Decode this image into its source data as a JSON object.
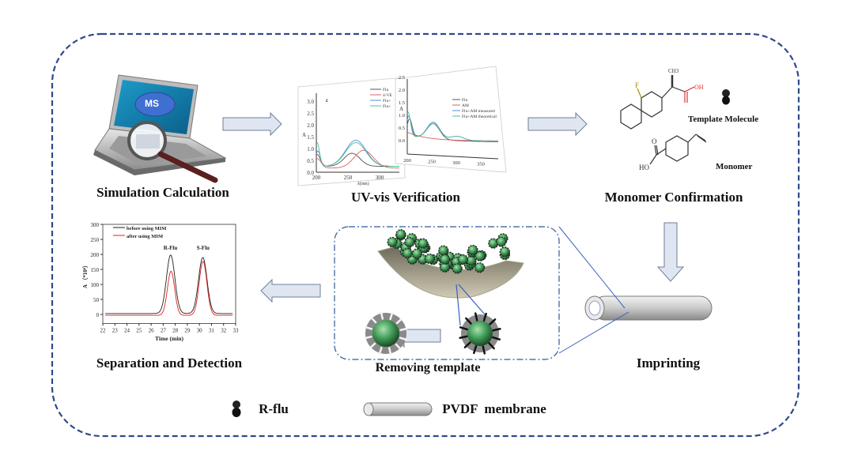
{
  "steps": {
    "simulation": "Simulation Calculation",
    "uvvis": "UV-vis Verification",
    "monomer_confirmation": "Monomer Confirmation",
    "separation": "Separation and Detection",
    "removing": "Removing template",
    "imprinting": "Imprinting"
  },
  "laptop": {
    "screen_text": "MS"
  },
  "molecules": {
    "template_label": "Template Molecule",
    "monomer_label": "Monomer",
    "atoms": {
      "F": "F",
      "CH3": "CH3",
      "OH": "OH",
      "O": "O",
      "HO": "HO"
    }
  },
  "legend": {
    "rflu": "R-flu",
    "pvdf": "PVDF  membrane"
  },
  "uv_left": {
    "panel_letter": "c",
    "ylabel": "A",
    "xlabel": "λ(nm)",
    "yticks": [
      "0.0",
      "0.5",
      "1.0",
      "1.5",
      "2.0",
      "2.5",
      "3.0"
    ],
    "xticks": [
      "200",
      "250",
      "300"
    ],
    "legend": [
      "Flu",
      "4-VE",
      "Flu+",
      "Flu+"
    ]
  },
  "uv_right": {
    "ylabel": "A",
    "yticks": [
      "0.0",
      "0.5",
      "1.0",
      "1.5",
      "2.0",
      "2.5"
    ],
    "xticks": [
      "200",
      "250",
      "300",
      "350"
    ],
    "legend": [
      "Flu",
      "AM",
      "Flu+AM measured",
      "Flu+AM theoretical"
    ]
  },
  "chromatogram": {
    "ylabel": "A （*10⁶）",
    "xlabel": "Time (min)",
    "yticks": [
      "0",
      "50",
      "100",
      "150",
      "200",
      "250",
      "300"
    ],
    "xticks": [
      "22",
      "23",
      "24",
      "25",
      "26",
      "27",
      "28",
      "29",
      "30",
      "31",
      "32",
      "33"
    ],
    "legend": [
      "before using MIM",
      "after using MIM"
    ],
    "peaks": [
      "R-Flu",
      "S-Flu"
    ],
    "colors": {
      "before": "#222222",
      "after": "#e02020"
    }
  },
  "colors": {
    "border": "#2f4a8a",
    "arrow": "#dfe6f2",
    "arrow_stroke": "#6f7f99",
    "sphere": "#3f9a55"
  }
}
